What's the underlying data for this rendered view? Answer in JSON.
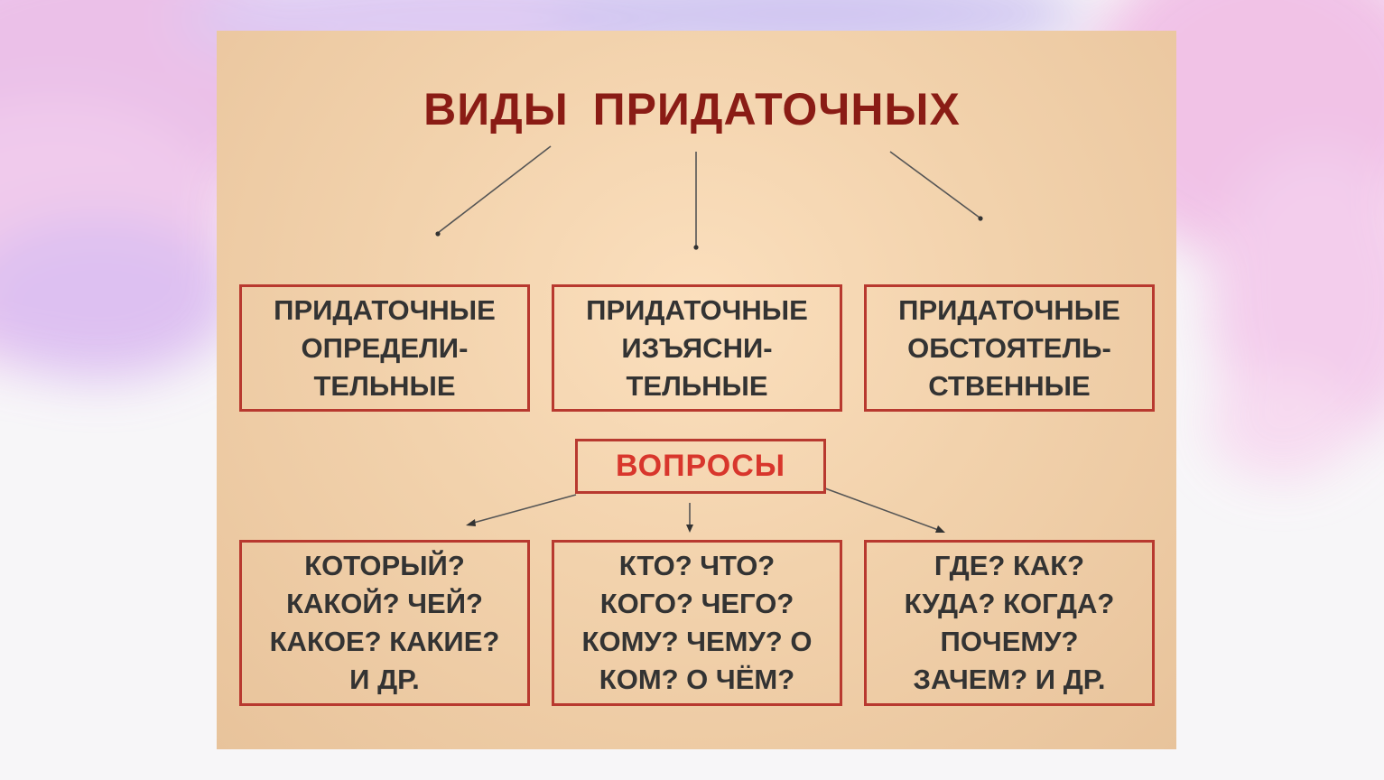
{
  "title": "ВИДЫ  ПРИДАТОЧНЫХ",
  "types": [
    {
      "lines": [
        "ПРИДАТОЧНЫЕ",
        "ОПРЕДЕЛИ-",
        "ТЕЛЬНЫЕ"
      ]
    },
    {
      "lines": [
        "ПРИДАТОЧНЫЕ",
        "ИЗЪЯСНИ-",
        "ТЕЛЬНЫЕ"
      ]
    },
    {
      "lines": [
        "ПРИДАТОЧНЫЕ",
        "ОБСТОЯТЕЛЬ-",
        "СТВЕННЫЕ"
      ]
    }
  ],
  "questions_label": "ВОПРОСЫ",
  "questions": [
    {
      "lines": [
        "КОТОРЫЙ?",
        "КАКОЙ? ЧЕЙ?",
        "КАКОЕ? КАКИЕ?",
        "И ДР."
      ]
    },
    {
      "lines": [
        "КТО? ЧТО?",
        "КОГО? ЧЕГО?",
        "КОМУ? ЧЕМУ? О",
        "КОМ? О ЧЁМ?"
      ]
    },
    {
      "lines": [
        "ГДЕ? КАК?",
        "КУДА? КОГДА?",
        "ПОЧЕМУ?",
        "ЗАЧЕМ? И ДР."
      ]
    }
  ],
  "colors": {
    "title": "#8a1c15",
    "border": "#b8392f",
    "questions_label": "#d8362c",
    "text": "#333333",
    "slide_background": "#f2d2ac"
  }
}
